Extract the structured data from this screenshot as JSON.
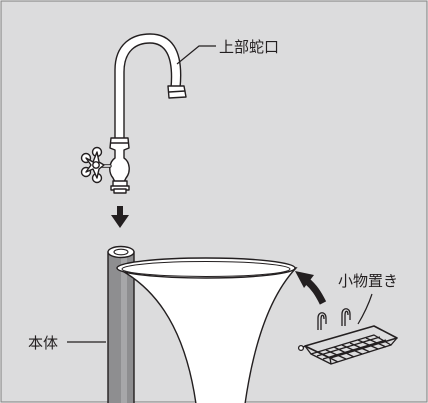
{
  "labels": {
    "upper_faucet": "上部蛇口",
    "accessory_holder": "小物置き",
    "main_body": "本体"
  },
  "colors": {
    "background": "#dcdcdd",
    "frame": "#8c8c8c",
    "pole": "#8e8e90",
    "pole_highlight": "#a7a7a9",
    "line": "#231f20",
    "basin_fill": "#ffffff"
  }
}
